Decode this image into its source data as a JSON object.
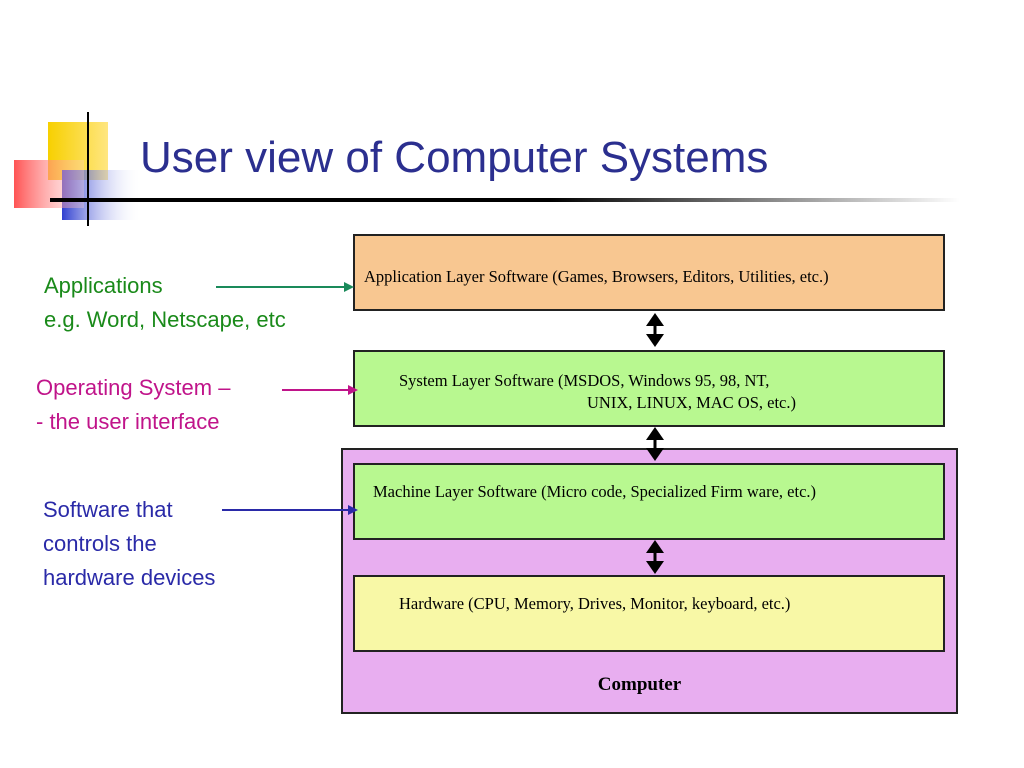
{
  "slide": {
    "title": "User view of Computer Systems"
  },
  "labels": {
    "applications": {
      "line1": "Applications",
      "line2": "e.g. Word, Netscape, etc",
      "color": "#1a8a1a"
    },
    "operating_system": {
      "line1": "Operating System –",
      "line2": "- the user interface",
      "color": "#c0148a"
    },
    "software_hardware": {
      "line1": "Software that",
      "line2": "controls the",
      "line3": "hardware devices",
      "color": "#2a2aa8"
    }
  },
  "layers": {
    "application": {
      "text": "Application Layer Software (Games, Browsers, Editors, Utilities, etc.)",
      "color": "#f8c791"
    },
    "system": {
      "line1": "System Layer Software (MSDOS, Windows 95, 98, NT,",
      "line2": "UNIX, LINUX, MAC OS, etc.)",
      "color": "#b8f890"
    },
    "machine": {
      "text": "Machine Layer Software (Micro code, Specialized Firm ware, etc.)",
      "color": "#b8f890"
    },
    "hardware": {
      "text": "Hardware (CPU, Memory, Drives, Monitor, keyboard, etc.)",
      "color": "#f8f8a6"
    }
  },
  "computer": {
    "label": "Computer",
    "color": "#e8aef0"
  }
}
